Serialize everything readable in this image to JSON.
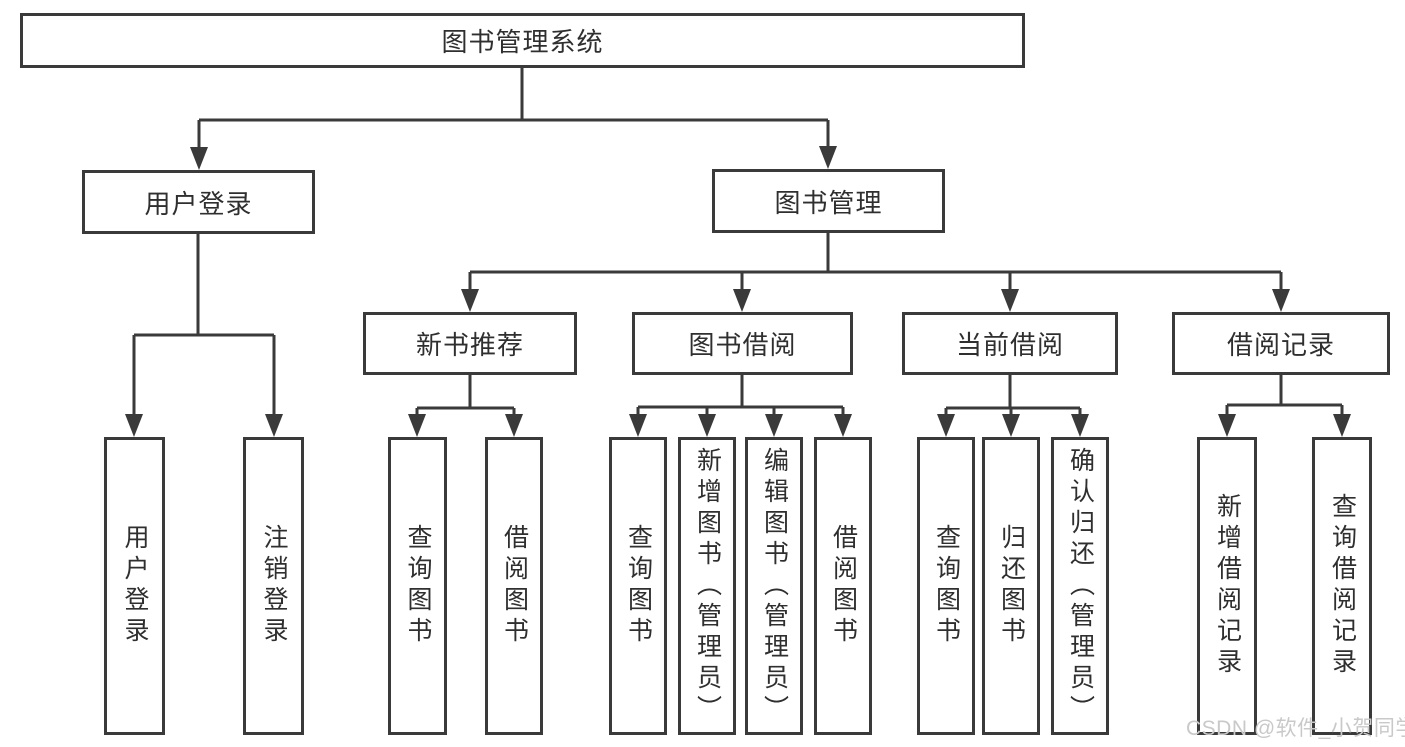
{
  "diagram": {
    "type": "hierarchy-tree",
    "root": {
      "label": "图书管理系统"
    },
    "level2": [
      {
        "label": "用户登录",
        "children": [
          "用户登录",
          "注销登录"
        ]
      },
      {
        "label": "图书管理"
      }
    ],
    "level3": [
      {
        "label": "新书推荐",
        "children": [
          "查询图书",
          "借阅图书"
        ]
      },
      {
        "label": "图书借阅",
        "children": [
          "查询图书",
          "新增图书（管理员）",
          "编辑图书（管理员）",
          "借阅图书"
        ]
      },
      {
        "label": "当前借阅",
        "children": [
          "查询图书",
          "归还图书",
          "确认归还（管理员）"
        ]
      },
      {
        "label": "借阅记录",
        "children": [
          "新增借阅记录",
          "查询借阅记录"
        ]
      }
    ]
  },
  "watermark": {
    "text": "CSDN @软件_小贺同学",
    "color": "#c9c9c9"
  },
  "colors": {
    "line": "#3a3a3a",
    "box_border": "#3a3a3a",
    "text": "#2f2f2f",
    "background": "#ffffff"
  }
}
